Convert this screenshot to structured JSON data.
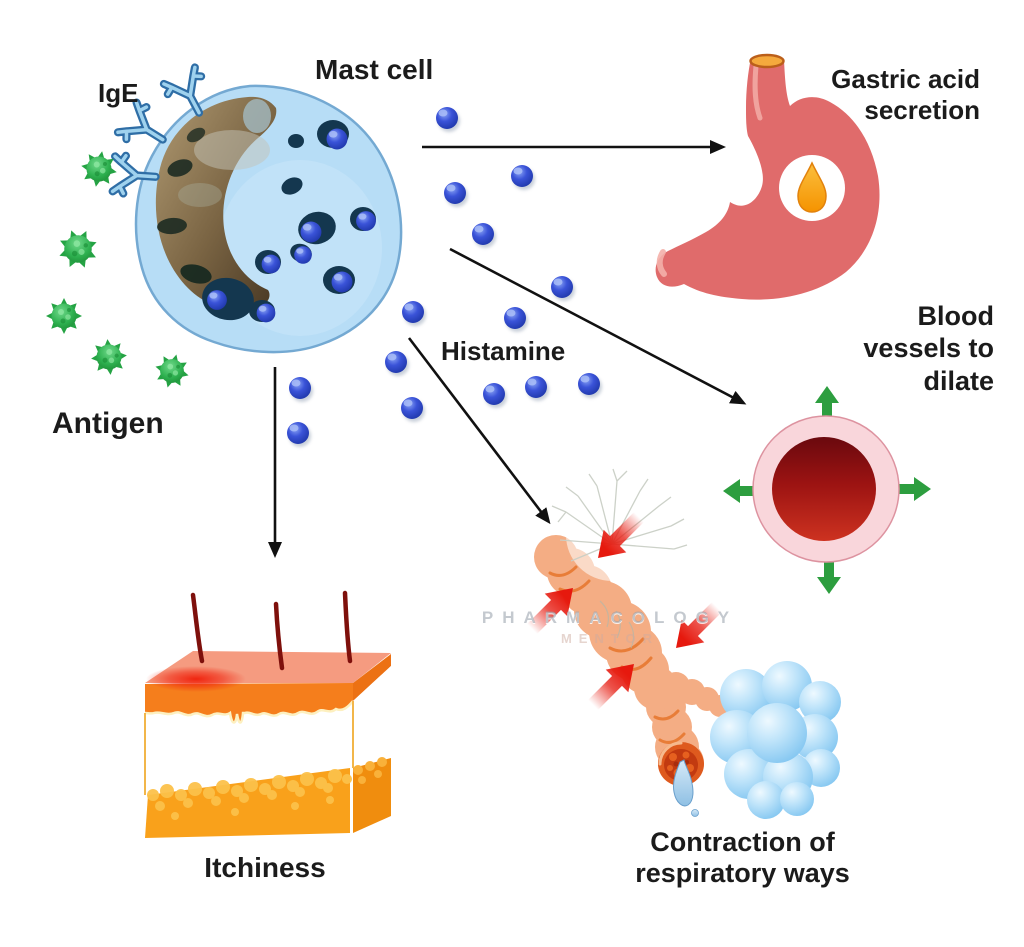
{
  "diagram": {
    "labels": {
      "ige": "IgE",
      "mast_cell": "Mast cell",
      "antigen": "Antigen",
      "histamine": "Histamine",
      "gastric_acid": {
        "line1": "Gastric acid",
        "line2": "secretion"
      },
      "blood_vessels": {
        "line1": "Blood",
        "line2": "vessels to",
        "line3": "dilate"
      },
      "itchiness": "Itchiness",
      "contraction": {
        "line1": "Contraction of",
        "line2": "respiratory ways"
      }
    },
    "watermark": {
      "line1": "PHARMACOLOGY",
      "line2": "MENTOR"
    },
    "counts": {
      "free_histamine_dots": 14,
      "antigens": 5,
      "ige_receptors": 3,
      "dilation_arrows": 4,
      "constriction_arrows": 4,
      "skin_hairs": 3
    },
    "colors": {
      "background": "#ffffff",
      "text": "#1b1b1b",
      "black_arrow": "#111111",
      "mast_cell_body": "#b7ddf6",
      "mast_cell_outline": "#74a9d2",
      "nucleus_brown": "#8a7452",
      "granule_dark": "#14374f",
      "histamine_dot_blue": "#3a53d8",
      "antigen_green": "#25a344",
      "ige_receptor_blue": "#2f6ea6",
      "stomach_pink": "#e06b6b",
      "esophagus_opening_orange": "#f5a93d",
      "acid_droplet_orange": "#f59b0e",
      "vessel_wall_pink": "#f9d6db",
      "vessel_blood_red": "#9c1312",
      "dilation_arrow_green": "#2d9e3f",
      "constriction_arrow_red": "#e6190e",
      "skin_top_salmon": "#f59b80",
      "skin_inflamed_red": "#f0250f",
      "skin_epidermis_orange": "#f57e1c",
      "skin_fat_orange": "#f9a11b",
      "hair_dark_red": "#7e100c",
      "bronchus_peach": "#f4ad84",
      "bronchus_ring_orange": "#e87d38",
      "alveoli_blue": "#85c7f1",
      "mucus_drop_blue": "#8fc0e4"
    }
  }
}
